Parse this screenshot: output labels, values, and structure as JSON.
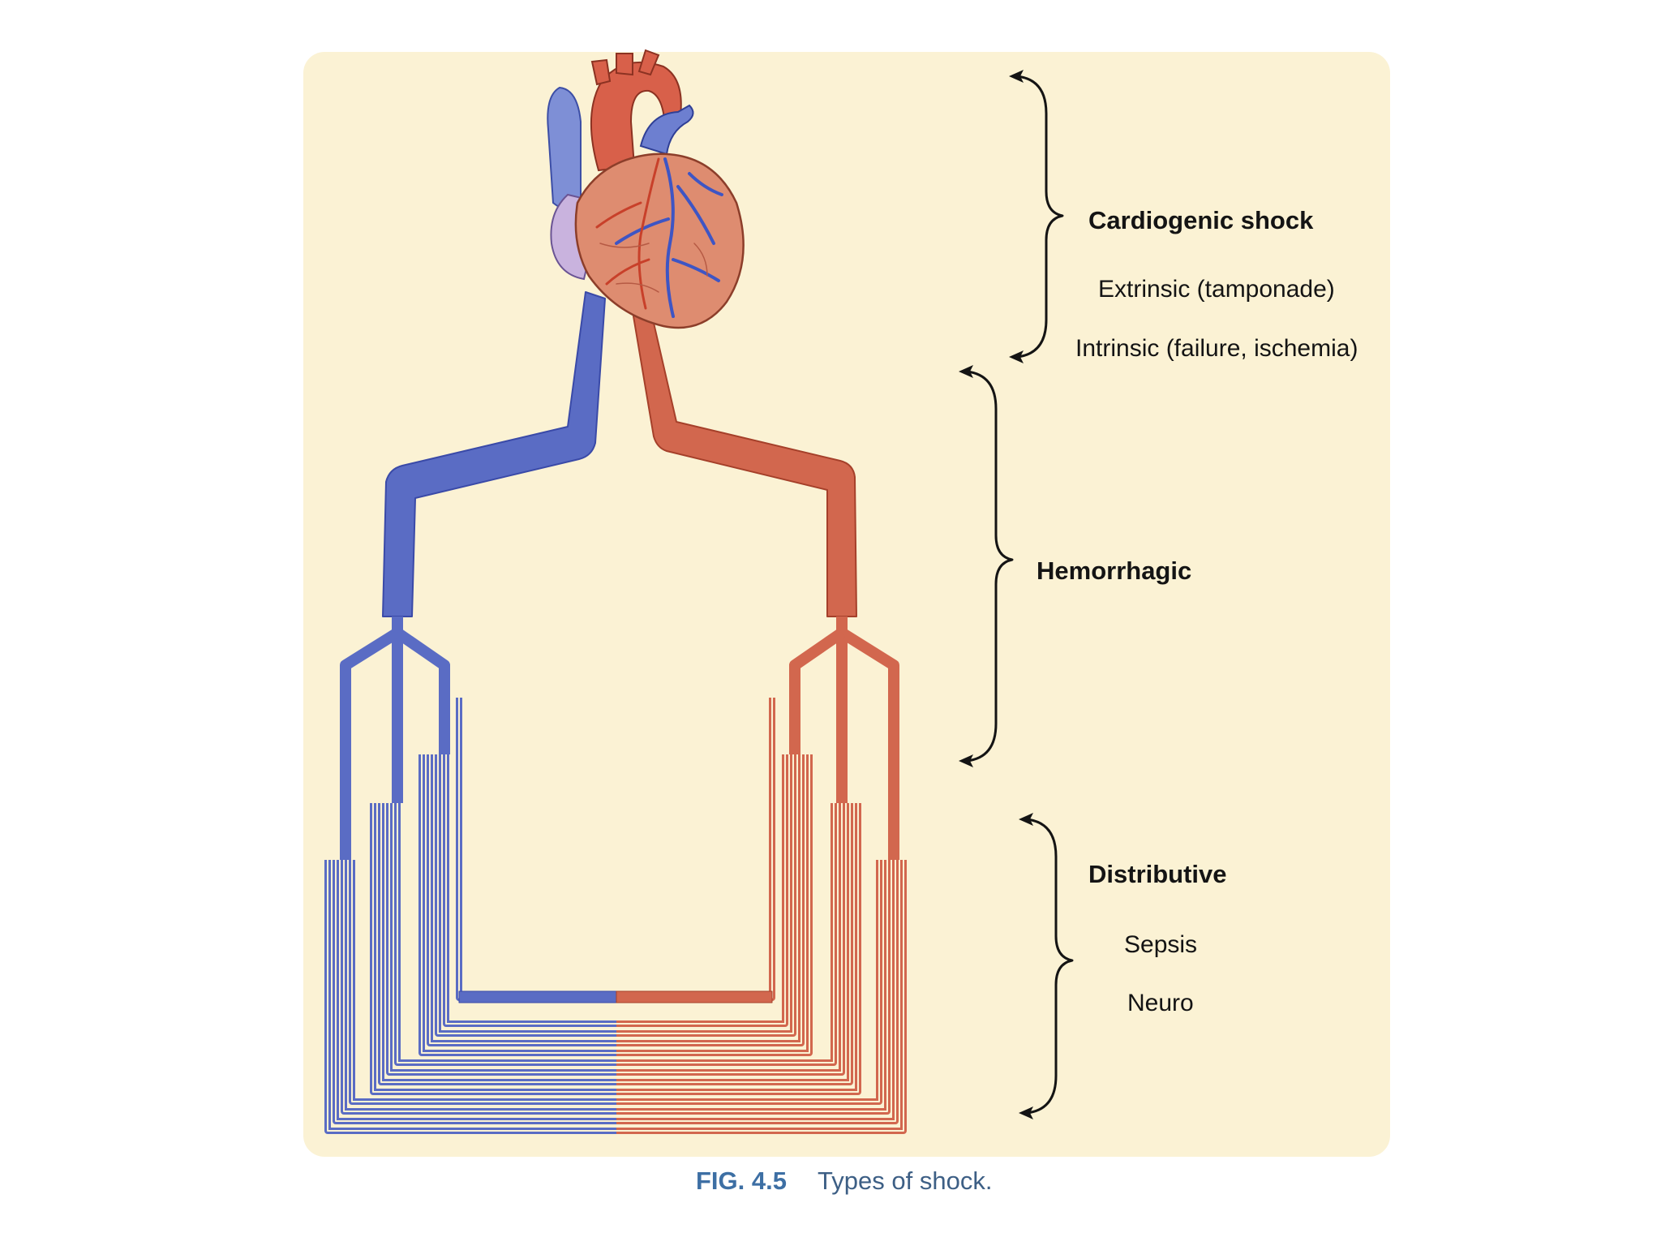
{
  "figure": {
    "caption_number": "FIG. 4.5",
    "caption_text": "Types of shock."
  },
  "groups": [
    {
      "title": "Cardiogenic shock",
      "items": [
        "Extrinsic (tamponade)",
        "Intrinsic (failure, ischemia)"
      ]
    },
    {
      "title": "Hemorrhagic",
      "items": []
    },
    {
      "title": "Distributive",
      "items": [
        "Sepsis",
        "Neuro"
      ]
    }
  ],
  "colors": {
    "panel": "#fbf2d4",
    "vein": "#5a6cc4",
    "artery": "#d2674e",
    "heart": "#d9826a",
    "caption_number": "#3d6fa4"
  },
  "icons": [
    "heart-illustration",
    "bracket-arrow"
  ]
}
